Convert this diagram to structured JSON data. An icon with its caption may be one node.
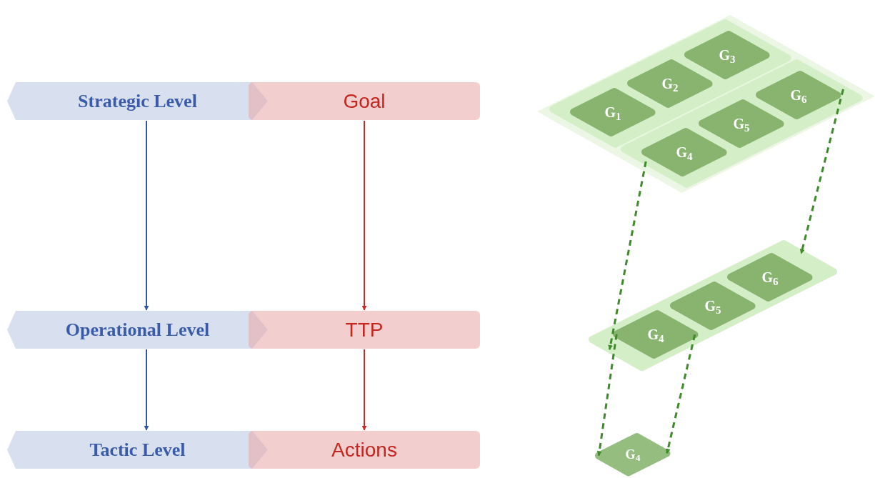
{
  "diagram": {
    "nodes": [
      {
        "text": [
          "Strategic Level"
        ]
      },
      {
        "text": [
          "Goal"
        ]
      },
      {
        "text": [
          "Operational Level"
        ]
      },
      {
        "text": [
          "TTP"
        ]
      },
      {
        "text": [
          "Tactic Level"
        ]
      },
      {
        "text": [
          "Actions"
        ]
      },
      {
        "text": [],
        "shape": "parallelogram"
      },
      {
        "text": [],
        "shape": "parallelogram",
        "in": 6
      },
      {
        "text": [
          "G$_{1}$"
        ],
        "in": 7
      },
      {
        "text": [
          "G$_{2}$"
        ],
        "in": 7
      },
      {
        "text": [
          "G$_{3}$"
        ],
        "in": 7
      },
      {
        "text": [],
        "shape": "parallelogram",
        "in": 6
      },
      {
        "text": [
          "G$_{4}$"
        ],
        "in": 11
      },
      {
        "text": [
          "G$_{5}$"
        ],
        "in": 11
      },
      {
        "text": [
          "G$_{6}$"
        ],
        "in": 11
      },
      {
        "text": [],
        "shape": "parallelogram"
      },
      {
        "text": [
          "G$_{4}$"
        ],
        "in": 15
      },
      {
        "text": [
          "G$_{5}$"
        ],
        "in": 15
      },
      {
        "text": [
          "G$_{6}$"
        ],
        "in": 15
      },
      {
        "text": [
          "G$_{4}$"
        ]
      }
    ],
    "edges": [
      {
        "from": 0,
        "to": 2,
        "arrow": "to",
        "color": "#2f55a4"
      },
      {
        "from": 2,
        "to": 4,
        "arrow": "to",
        "color": "#2f55a4"
      },
      {
        "from": 1,
        "to": 3,
        "arrow": "to",
        "color": "#cc2a22"
      },
      {
        "from": 3,
        "to": 5,
        "arrow": "to",
        "color": "#cc2a22"
      },
      {
        "from": 11,
        "to": 15,
        "arrow": "to",
        "style": "dashed",
        "color": "#3f8a2a"
      },
      {
        "from": 11,
        "to": 15,
        "arrow": "to",
        "style": "dashed",
        "color": "#3f8a2a"
      },
      {
        "from": 16,
        "to": 19,
        "arrow": "to",
        "style": "dashed",
        "color": "#3f8a2a"
      },
      {
        "from": 16,
        "to": 19,
        "arrow": "to",
        "style": "dashed",
        "color": "#3f8a2a"
      }
    ]
  }
}
